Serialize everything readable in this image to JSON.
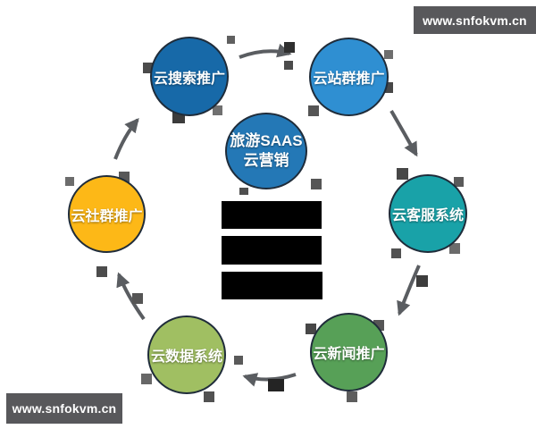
{
  "watermarks": {
    "top_right": "www.snfokvm.cn",
    "bottom_left": "www.snfokvm.cn"
  },
  "center": {
    "line1": "旅游SAAS",
    "line2": "云营销",
    "color": "#2478b6"
  },
  "nodes": [
    {
      "id": "cloud-search-promotion",
      "label": "云搜索推广",
      "color": "#1769a8"
    },
    {
      "id": "cloud-site-group-promotion",
      "label": "云站群推广",
      "color": "#2f8fd2"
    },
    {
      "id": "cloud-customer-service-system",
      "label": "云客服系统",
      "color": "#19a2a8"
    },
    {
      "id": "cloud-news-promotion",
      "label": "云新闻推广",
      "color": "#57a057"
    },
    {
      "id": "cloud-data-system",
      "label": "云数据系统",
      "color": "#a0bf62"
    },
    {
      "id": "cloud-community-promotion",
      "label": "云社群推广",
      "color": "#fdb817"
    }
  ],
  "flow": {
    "direction": "clockwise",
    "arrows": [
      "云搜索推广→云站群推广",
      "云站群推广→云客服系统",
      "云客服系统→云新闻推广",
      "云新闻推广→云数据系统",
      "云数据系统→云社群推广",
      "云社群推广→云搜索推广"
    ]
  },
  "redacted_text_lines": 3,
  "colors": {
    "arrow": "#5a5d61",
    "banner_bg": "#58585b",
    "banner_text": "#ffffff",
    "background": "#ffffff",
    "redacted": "#000000"
  }
}
